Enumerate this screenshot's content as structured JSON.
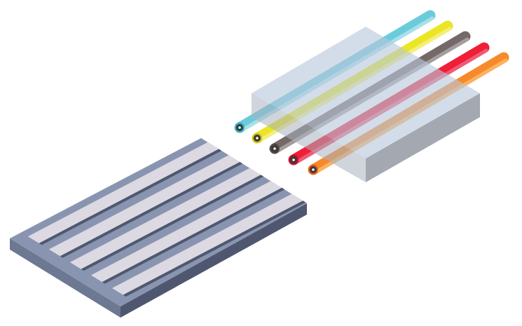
{
  "illustration": {
    "subject": "fiber-optic-cables-and-v-groove-substrate",
    "fiber_colors": [
      {
        "name": "cyan",
        "body": "#6ccbdb",
        "light": "#a8e0ea",
        "ring": "#2fb3c4"
      },
      {
        "name": "yellow",
        "body": "#ebe524",
        "light": "#f4ef7a",
        "ring": "#c9c21a"
      },
      {
        "name": "brown",
        "body": "#746868",
        "light": "#a59d9d",
        "ring": "#534848"
      },
      {
        "name": "red",
        "body": "#ee1f36",
        "light": "#f05a75",
        "ring": "#c0122a"
      },
      {
        "name": "orange",
        "body": "#f68a2b",
        "light": "#fbb25f",
        "ring": "#e0601d"
      }
    ],
    "block_colors": {
      "top": "#b8c8dc",
      "right": "#9ea3ad",
      "left": "#aab3c0"
    },
    "substrate_colors": {
      "top": "#8995b0",
      "strip": "#dcd9e2",
      "groove": "#4e586e",
      "side_front": "#4f5770",
      "side_left": "#6d7893"
    }
  }
}
